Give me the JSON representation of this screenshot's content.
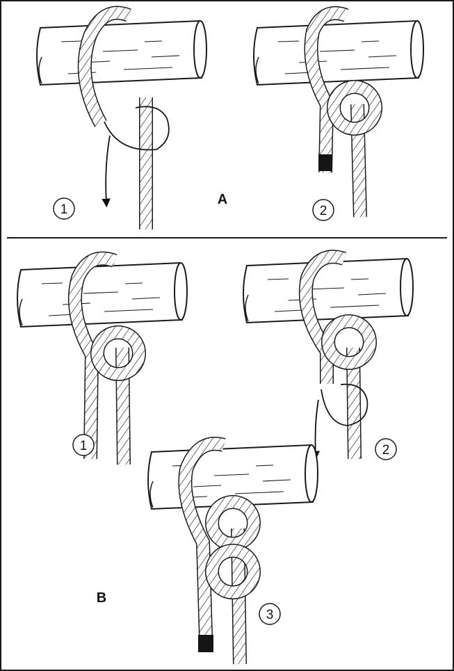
{
  "sections": [
    {
      "label": "A",
      "steps": [
        "1",
        "2"
      ]
    },
    {
      "label": "B",
      "steps": [
        "1",
        "2",
        "3"
      ]
    }
  ],
  "colors": {
    "stroke": "#1a1a1a",
    "rope": "#ffffff",
    "wood": "#ffffff",
    "whipping": "#151515"
  },
  "icons": [
    "log-icon",
    "rope-icon",
    "arrow-down-icon",
    "whipping-icon"
  ]
}
